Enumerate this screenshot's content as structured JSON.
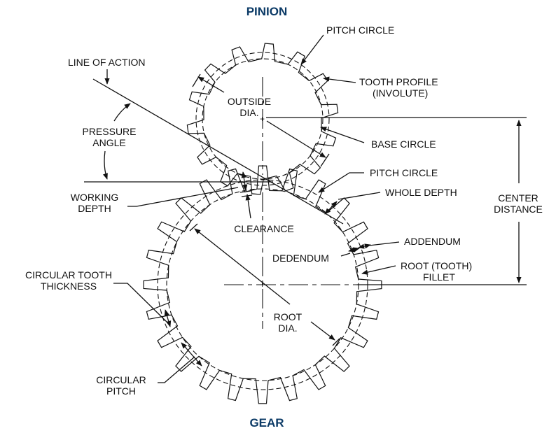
{
  "titles": {
    "pinion": "PINION",
    "gear": "GEAR"
  },
  "colors": {
    "title": "#0b3a66",
    "line": "#111111",
    "background": "#ffffff"
  },
  "labels": {
    "pitch_circle_pinion": "PITCH CIRCLE",
    "line_of_action": "LINE OF ACTION",
    "tooth_profile": [
      "TOOTH PROFILE",
      "(INVOLUTE)"
    ],
    "outside_dia": [
      "OUTSIDE",
      "DIA."
    ],
    "pressure_angle": [
      "PRESSURE",
      "ANGLE"
    ],
    "base_circle": "BASE CIRCLE",
    "pitch_circle_gear": "PITCH CIRCLE",
    "working_depth": [
      "WORKING",
      "DEPTH"
    ],
    "whole_depth": "WHOLE DEPTH",
    "center_distance": [
      "CENTER",
      "DISTANCE"
    ],
    "clearance": "CLEARANCE",
    "addendum": "ADDENDUM",
    "dedendum": "DEDENDUM",
    "root_fillet": [
      "ROOT (TOOTH)",
      "FILLET"
    ],
    "circular_tooth_thickness": [
      "CIRCULAR TOOTH",
      "THICKNESS"
    ],
    "root_dia": [
      "ROOT",
      "DIA."
    ],
    "circular_pitch": [
      "CIRCULAR",
      "PITCH"
    ]
  },
  "gears": {
    "pinion_teeth": 14,
    "gear_teeth": 24
  }
}
